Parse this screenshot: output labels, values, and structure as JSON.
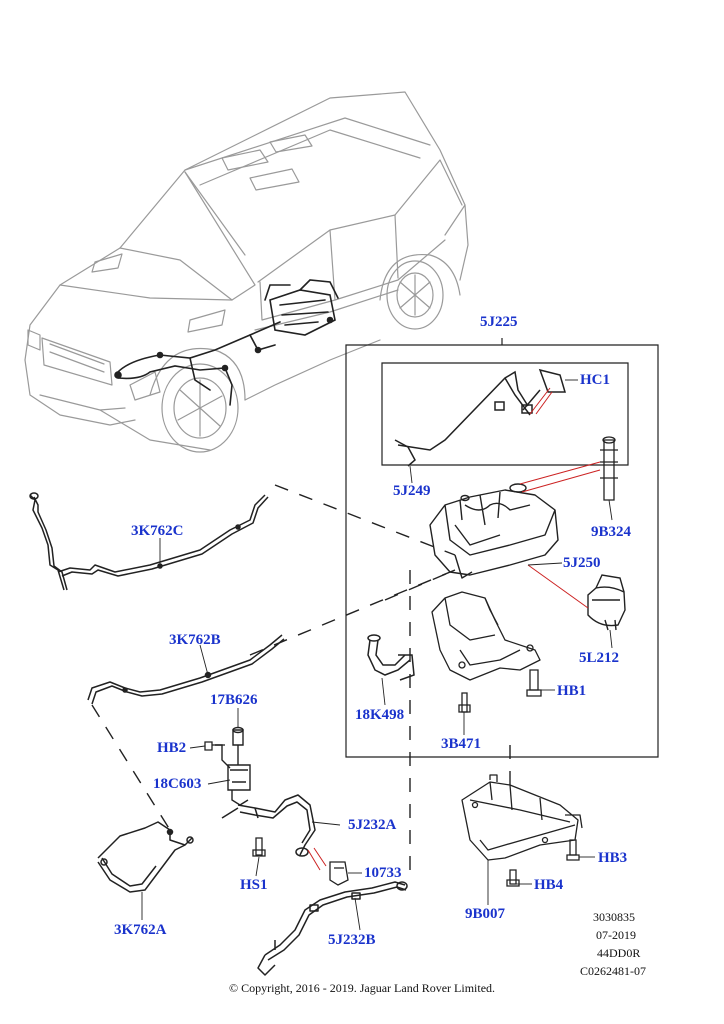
{
  "colors": {
    "callout": "#1a33cc",
    "line": "#222222",
    "vehicle": "#9a9a9a",
    "leader_red": "#cc2222"
  },
  "labels": {
    "l5J225": "5J225",
    "lHC1": "HC1",
    "l5J249": "5J249",
    "l9B324": "9B324",
    "l5J250": "5J250",
    "l5L212": "5L212",
    "l3K762C": "3K762C",
    "l3K762B": "3K762B",
    "l17B626": "17B626",
    "lHB2": "HB2",
    "l18C603": "18C603",
    "l5J232A": "5J232A",
    "lHS1": "HS1",
    "l10733": "10733",
    "l3K762A": "3K762A",
    "l5J232B": "5J232B",
    "l18K498": "18K498",
    "l3B471": "3B471",
    "lHB1": "HB1",
    "lHB3": "HB3",
    "lHB4": "HB4",
    "l9B007": "9B007"
  },
  "meta": {
    "code1": "3030835",
    "date": "07-2019",
    "code2": "44DD0R",
    "code3": "C0262481-07"
  },
  "copyright": "© Copyright, 2016 - 2019. Jaguar Land Rover Limited."
}
